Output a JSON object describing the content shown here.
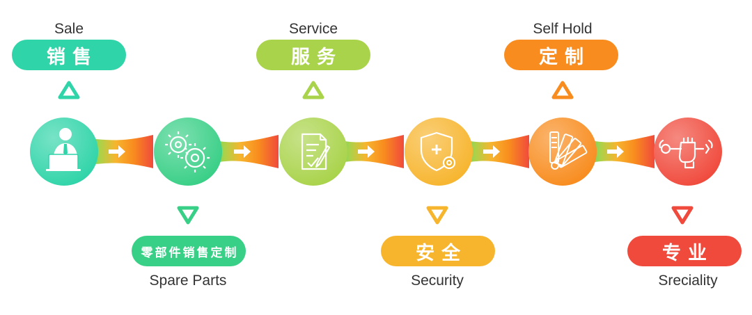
{
  "steps": [
    {
      "id": "sale",
      "en": "Sale",
      "cn": "销售",
      "icon": "businessman-laptop-icon",
      "color": "#2fd4a8",
      "pos": "top"
    },
    {
      "id": "spare-parts",
      "en": "Spare Parts",
      "cn": "零部件销售定制",
      "icon": "gears-icon",
      "color": "#38cf86",
      "pos": "bottom"
    },
    {
      "id": "service",
      "en": "Service",
      "cn": "服务",
      "icon": "document-sign-icon",
      "color": "#a9d34a",
      "pos": "top"
    },
    {
      "id": "security",
      "en": "Security",
      "cn": "安全",
      "icon": "shield-gear-icon",
      "color": "#f7b52e",
      "pos": "bottom"
    },
    {
      "id": "self-hold",
      "en": "Self Hold",
      "cn": "定制",
      "icon": "color-swatch-fan-icon",
      "color": "#f88c1e",
      "pos": "top"
    },
    {
      "id": "sreciality",
      "en": "Sreciality",
      "cn": "专业",
      "icon": "fist-wrench-icon",
      "color": "#f04a3c",
      "pos": "bottom"
    }
  ],
  "connector_icon": "arrow-right-icon",
  "indicator_icons": [
    "triangle-up-icon",
    "triangle-down-icon"
  ]
}
